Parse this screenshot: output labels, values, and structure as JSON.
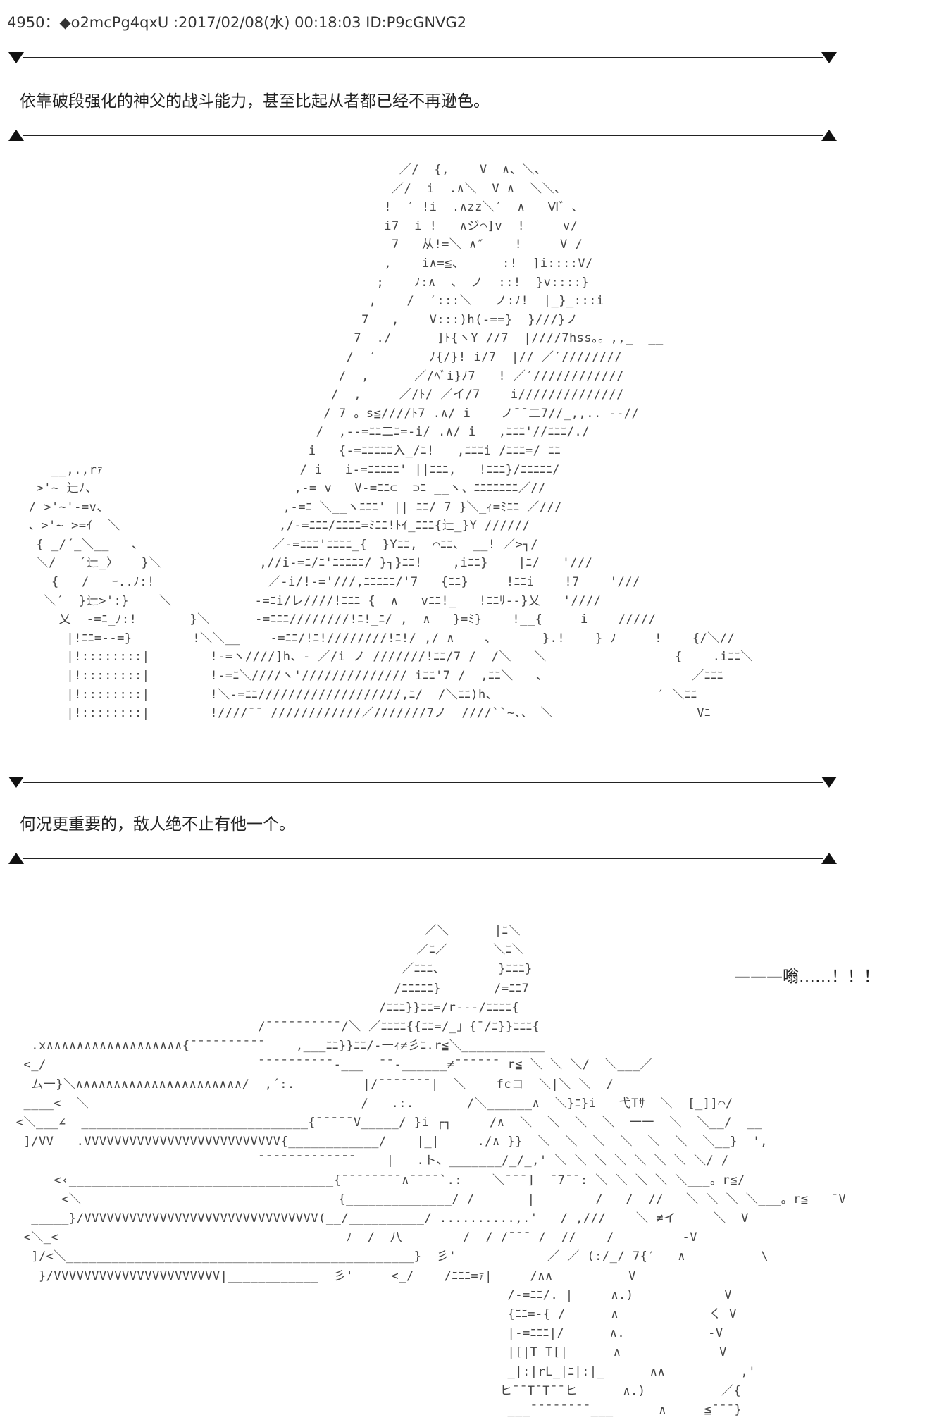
{
  "post": {
    "header": "4950：◆o2mcPg4qxU :2017/02/08(水) 00:18:03 ID:P9cGNVG2"
  },
  "narrations": {
    "first": "依靠破段强化的神父的战斗能力，甚至比起从者都已经不再逊色。",
    "second": "何况更重要的，敌人绝不止有他一个。"
  },
  "sound_effect": "———嗡……！！！",
  "ascii_art": {
    "scene1": "                                                  ／/  {,    V  ∧、＼、\n                                                 ／/  i  .∧＼  V ∧  ＼＼、\n                                                !  ′ !i  .∧zz＼′  ∧   Ⅵ゛、\n                                                i7  i !   ∧ジ⌒]v  !     v/\n                                                 7   从!=＼ ∧″    !     V /\n                                                ,    i∧=≦、     :!  ]i::::V/\n                                               ;    ﾉ:∧  、 ノ  ::!  }v::::}\n                                              ,    /  ′:::＼   ノ:ﾉ!  |_}_:::i\n                                             7   ,    V:::)h(-==}  }///}ノ\n                                            7  ./      ]ﾄ{ヽY //7  |////7hss。。,,_  __\n                                           /  ′       ﾉ{/}! i/7  |// ／′////////\n                                          /  ,      ／/ﾍﾞi}ﾉ7   ! ／′////////////\n                                         /  ,     ／/ﾄ/ ／イ/7    i//////////////\n                                        / 7 。s≦////ﾄ7 .∧/ i    ノ¯¯二7//_,,.. -‐//\n                                       /  ,--=ﾆﾆ二ﾆ=-i/ .∧/ i   ,ﾆﾆﾆ'//ﾆﾆﾆ/./\n                                      i   {-=ﾆﾆﾆﾆﾆ入_/ﾆ!   ,ﾆﾆﾆi /ﾆﾆﾆ=/ ﾆﾆ\n    __,.,rｧ                          / i   i-=ﾆﾆﾆﾆﾆ' ||ﾆﾆﾆ,   !ﾆﾆﾆ}/ﾆﾆﾆﾆﾆ/\n  >'~ 辷ﾉ、                          ,-= v   V-=ﾆﾆ⊂  ⊃ﾆ __ヽ、ﾆﾆﾆﾆﾆﾆﾆ／//\n / >'~'-=v、                       ,-=ﾆ ＼__ヽﾆﾆﾆ' || ﾆﾆ/ 7 }＼_ｨ=ﾐﾆﾆ ／///\n 、>'~ >=ｲ  ＼                     ,/-=ﾆﾆﾆ/ﾆﾆﾆﾆ=ﾐﾆﾆ!ﾄｲ_ﾆﾆﾆ{辷_}Y //////\n  { _/´_＼__   、                 ／-=ﾆﾆﾆ'ﾆﾆﾆﾆ_{  }Yﾆﾆ,  ⌒ﾆﾆ、 __! ／>┐/\n  ＼/   ´辷_〉   }＼             ,//i-=ﾆ/ﾆ'ﾆﾆﾆﾆﾆ/ }┐}ﾆﾆ!    ,iﾆﾆ}    |ﾆ/   '///\n    {   /   ｰ..ﾉ:!               ／-i/!-='///,ﾆﾆﾆﾆﾆ/'7   {ﾆﾆ}     !ﾆﾆi    !7    '///\n   ＼´  }辷>':}    ＼           -=ﾆi/レ////!ﾆﾆﾆ {  ∧   vﾆﾆ!_   !ﾆﾆﾘ‐‐}乂   '////\n     乂  -=ﾆ_ﾉ:!       }＼      -=ﾆﾆﾆ////////!ﾆ!_ﾆ/ ,  ∧   }=ﾐ}    !__{     i    /////\n      |!ﾆﾆ=--=}        !＼＼__    -=ﾆﾆ/!ﾆ!////////!ﾆ!/ ,/ ∧    、      }.!    } ﾉ     !    {/＼//\n      |!::::::::|        !-=ヽ////]h、‐ ／/i ノ ///////!ﾆﾆ/7 /  /＼   ＼                 {    .iﾆﾆ＼\n      |!::::::::|        !-=ﾆ＼////ヽ'////////////// iﾆﾆ'7 /  ,ﾆﾆ＼   、                   ／ﾆﾆﾆ\n      |!::::::::|        !＼-=ﾆﾆ///////////////////,ﾆ/  /＼ﾆﾆ)h、                     ′ ＼ﾆﾆ\n      |!::::::::|        !////¯¯ ////////////／///////7ノ  ////``~、、 ＼                   Vﾆ",
    "scene2": "                                                       ／＼      |ﾆ＼\n                                                      ／ﾆ／      ＼ﾆ＼\n                                                    ／ﾆﾆﾆ、       }ﾆﾆﾆ}\n                                                   /ﾆﾆﾆﾆﾆ}       /=ﾆﾆ7\n                                                 /ﾆﾆﾆ}}ﾆﾆ=/r‐‐‐/ﾆﾆﾆﾆ{\n                                 /¯¯¯¯¯¯¯¯¯¯/＼ ／ﾆﾆﾆﾆ{{ﾆﾆ=/_」{¯/ﾆ}}ﾆﾆﾆ{\n   .x∧∧∧∧∧∧∧∧∧∧∧∧∧∧∧∧∧∧{¯¯¯¯¯¯¯¯¯¯    ,___ﾆﾆ}}ﾆﾆ/‐一ｨ≠彡ﾆ.r≦＼___________\n  <_/                            ¯¯¯¯¯¯¯¯¯¯-___  ¯¯-______≠¯¯¯¯¯¯ r≦ ＼ ＼ ＼/  ＼___／\n   ム一}＼∧∧∧∧∧∧∧∧∧∧∧∧∧∧∧∧∧∧∧∧∧∧/  ,´:.         |/¯¯¯¯¯¯¯|  ＼    fcコ  ＼|＼ ＼  /\n  ____<  ＼                                    /   .:.       /＼______∧  ＼}ﾆ}i   弋Tｻ  ＼  [_]]⌒/\n <＼___∠  ______________________________{¯¯¯¯¯V_____/ }i ┌┐     /∧  ＼  ＼  ＼  ＼  一一  ＼  ＼__/  __\n  ]/VV   .VVVVVVVVVVVVVVVVVVVVVVVVVV{____________/    |_|     ./∧ }}  ＼  ＼  ＼  ＼  ＼  ＼  ＼__}  ',\n                                 ¯¯¯¯¯¯¯¯¯¯¯¯¯    |   .ト、_______/_/_,' ＼ ＼ ＼ ＼ ＼ ＼ ＼ ＼/ /\n      <‹___________________________________{¯¯¯¯¯¯¯¯∧¯¯¯¯`.:    ＼¯¯¯]  ¯7¯¯: ＼ ＼ ＼ ＼ ＼___。r≦/\n       <＼                                  {______________/ /       |        /   /  //   ＼ ＼ ＼ ＼___。r≦   ¯V\n   _____}/VVVVVVVVVVVVVVVVVVVVVVVVVVVVVVV(__/__________/ ..........,.'   / ,///    ＼ ≠イ     ＼  V\n  <＼_<                                      ﾉ  /  八        /  / /¯¯¯ /  //    /         -V\n   ]/<＼______________________________________________}  彡'            ／ ／ (:/_/ 7{′   ∧          \\\n    }/VVVVVVVVVVVVVVVVVVVVVV|____________  彡'     <_/    /ﾆﾆﾆ=ｧ|     /∧∧          V\n                                                                  /-=ﾆﾆ/. |     ∧.)            V\n                                                                  {ﾆﾆ=-{ /      ∧            く V\n                                                                  |-=ﾆﾆﾆ|/      ∧.           -V\n                                                                  |[|T T[|      ∧             V\n                                                                  _|:|rL_|ﾆ|:|_      ∧∧          ,'\n                                                                 ヒ¯¯T¯T¯¯ヒ      ∧.)          ／{\n                                                                  ___¯¯¯¯¯¯¯¯___      ∧     ≦¯¯¯}"
  }
}
